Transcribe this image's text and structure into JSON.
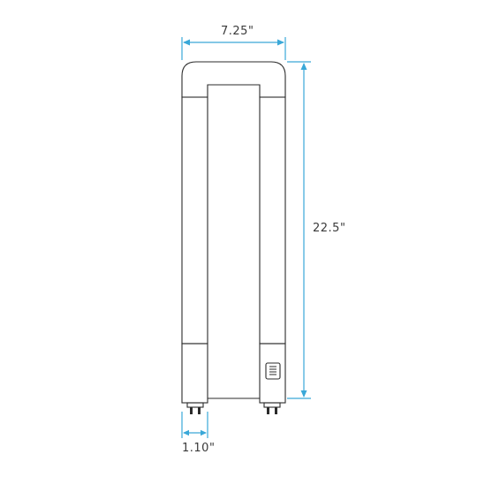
{
  "dimensions": {
    "width_label": "7.25\"",
    "height_label": "22.5\"",
    "pin_spacing_label": "1.10\""
  },
  "colors": {
    "dimension_line": "#3aa8d8",
    "outline": "#2b2b2b"
  }
}
